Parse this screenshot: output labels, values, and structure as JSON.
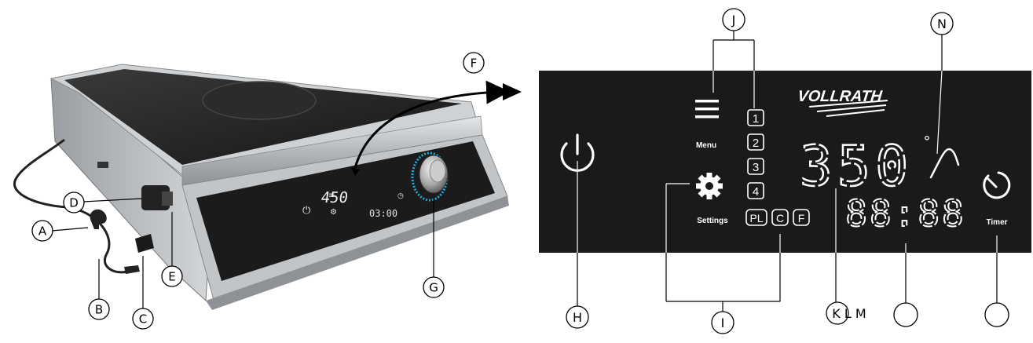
{
  "callouts": {
    "A": "A",
    "B": "B",
    "C": "C",
    "D": "D",
    "E": "E",
    "F": "F",
    "G": "G",
    "H": "H",
    "I": "I",
    "J": "J",
    "N": "N",
    "KLM": "K L M"
  },
  "cooktop": {
    "display_temp": "450",
    "display_time": "03:00"
  },
  "panel": {
    "brand": "VOLLRATH",
    "menu_label": "Menu",
    "settings_label": "Settings",
    "timer_label": "Timer",
    "temp_readout": "350",
    "degree_symbol": "°",
    "time_readout": "88:88",
    "presets": [
      "1",
      "2",
      "3",
      "4"
    ],
    "mode_buttons": [
      "PL",
      "C",
      "F"
    ]
  },
  "colors": {
    "panel_bg": "#1a1a1a",
    "panel_fg": "#ffffff",
    "steel": "#b7bbbf"
  }
}
